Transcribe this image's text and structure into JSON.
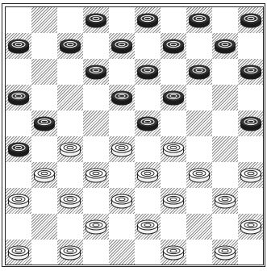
{
  "game": {
    "name": "Checkers",
    "board_size": 10,
    "colors": {
      "dark_piece_top": "#333333",
      "dark_piece_side": "#1a1a1a",
      "light_piece_top": "#ffffff",
      "light_piece_side": "#f2f2f2",
      "outline": "#222222"
    },
    "rows": [
      [
        "",
        "",
        "",
        "B",
        "",
        "B",
        "",
        "B",
        "",
        "B"
      ],
      [
        "B",
        "",
        "B",
        "",
        "B",
        "",
        "B",
        "",
        "B",
        ""
      ],
      [
        "",
        "",
        "",
        "B",
        "",
        "B",
        "",
        "B",
        "",
        "B"
      ],
      [
        "B",
        "",
        "",
        "",
        "B",
        "",
        "B",
        "",
        "",
        ""
      ],
      [
        "",
        "B",
        "",
        "",
        "",
        "B",
        "",
        "",
        "",
        "B"
      ],
      [
        "B",
        "",
        "W",
        "",
        "W",
        "",
        "W",
        "",
        "",
        ""
      ],
      [
        "",
        "W",
        "",
        "W",
        "",
        "W",
        "",
        "W",
        "",
        "W"
      ],
      [
        "W",
        "",
        "W",
        "",
        "W",
        "",
        "W",
        "",
        "W",
        ""
      ],
      [
        "",
        "",
        "",
        "W",
        "",
        "W",
        "",
        "",
        "",
        "W"
      ],
      [
        "W",
        "",
        "W",
        "",
        "",
        "",
        "W",
        "",
        "W",
        ""
      ]
    ]
  }
}
